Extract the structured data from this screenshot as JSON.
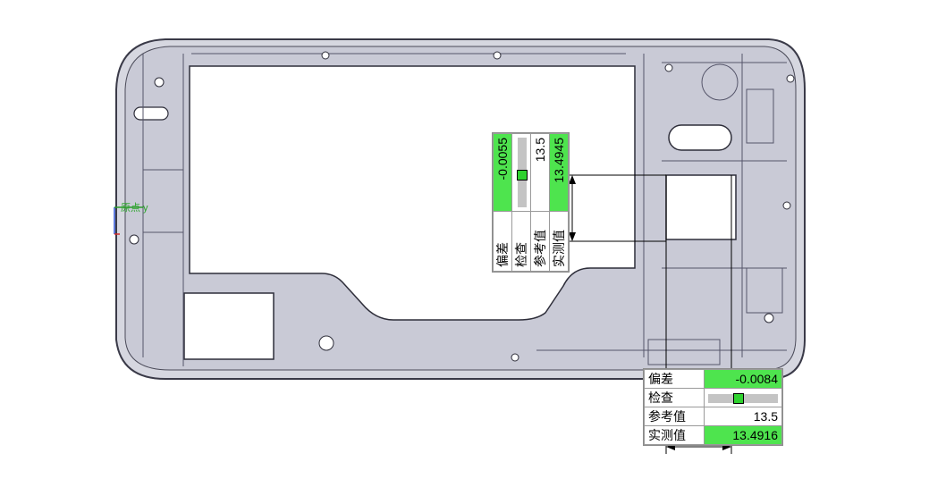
{
  "view": {
    "triad_label": "原点 y",
    "triad_colors": {
      "x_axis": "#d42a2a",
      "y_axis": "#2a9b2a",
      "z_axis": "#2a4fd4"
    }
  },
  "callout_bottom": {
    "rows": [
      {
        "label": "偏差",
        "value": "-0.0084",
        "highlight": true
      },
      {
        "label": "检查",
        "value": "",
        "check": true,
        "marker_fraction": 0.42
      },
      {
        "label": "参考值",
        "value": "13.5",
        "highlight": false
      },
      {
        "label": "实测值",
        "value": "13.4916",
        "highlight": true
      }
    ]
  },
  "callout_vertical": {
    "rows": [
      {
        "label": "偏差",
        "value": "-0.0055",
        "highlight": true
      },
      {
        "label": "检查",
        "value": "",
        "check": true,
        "marker_fraction": 0.45
      },
      {
        "label": "参考值",
        "value": "13.5",
        "highlight": false
      },
      {
        "label": "实测值",
        "value": "13.4945",
        "highlight": true
      }
    ]
  },
  "colors": {
    "part_fill": "#c9cad6",
    "part_edge": "#3a3a48",
    "highlight_green": "#4ee44e",
    "dimension_line": "#000000"
  }
}
